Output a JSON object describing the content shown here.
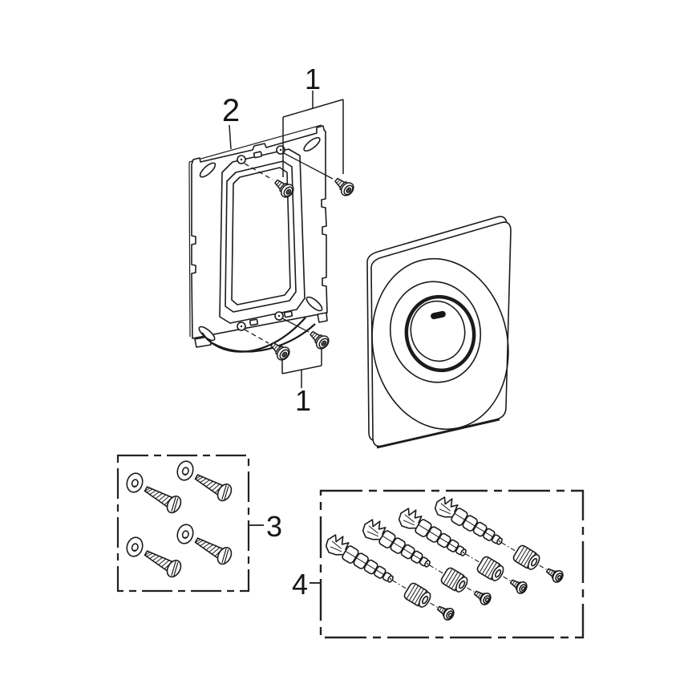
{
  "diagram": {
    "background_color": "#ffffff",
    "line_color": "#1b1b1b",
    "label_color": "#161616",
    "callouts": {
      "top_screw_pair": "1",
      "mounting_frame": "2",
      "bottom_screw_pair": "1",
      "screw_washer_kit": "3",
      "anchor_bolt_kit": "4"
    }
  }
}
